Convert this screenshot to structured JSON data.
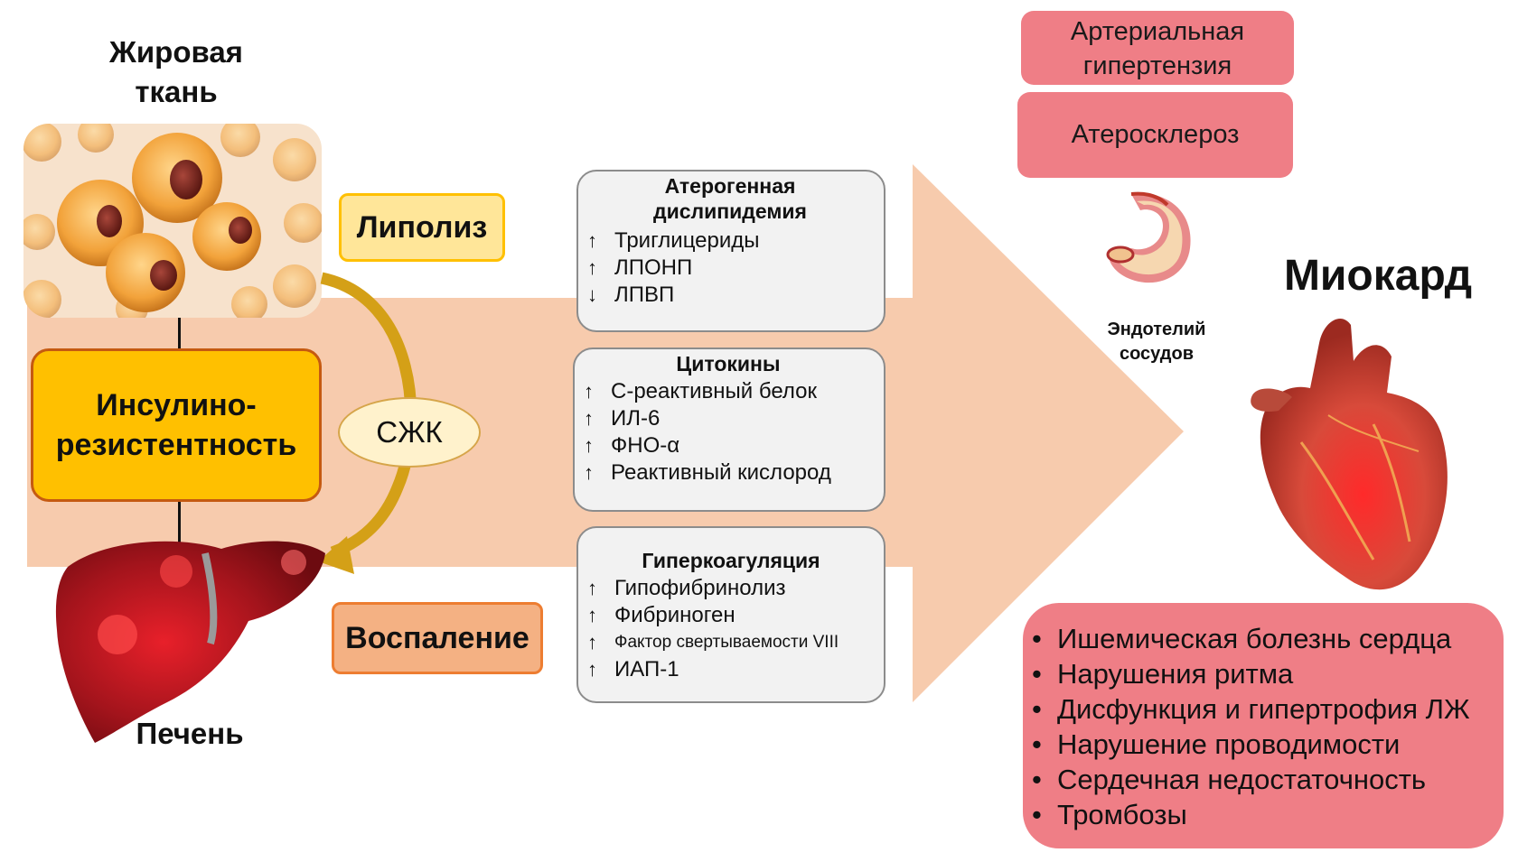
{
  "adipose_title": "Жировая ткань",
  "lipolysis": "Липолиз",
  "insulin_resistance": "Инсулино-резистентность",
  "ffa": "СЖК",
  "inflammation": "Воспаление",
  "liver_title": "Печень",
  "dyslipidemia": {
    "title": "Атерогенная дислипидемия",
    "items": [
      {
        "arrow": "↑",
        "text": "Триглицериды"
      },
      {
        "arrow": "↑",
        "text": "ЛПОНП"
      },
      {
        "arrow": "↓",
        "text": "ЛПВП"
      }
    ]
  },
  "cytokines": {
    "title": "Цитокины",
    "items": [
      {
        "arrow": "↑",
        "text": "С-реактивный белок"
      },
      {
        "arrow": "↑",
        "text": "ИЛ-6"
      },
      {
        "arrow": "↑",
        "text": "ФНО-α"
      },
      {
        "arrow": "↑",
        "text": "Реактивный кислород"
      }
    ]
  },
  "hypercoagulation": {
    "title": "Гиперкоагуляция",
    "items": [
      {
        "arrow": "↑",
        "text": "Гипофибринолиз"
      },
      {
        "arrow": "↑",
        "text": "Фибриноген"
      },
      {
        "arrow": "↑",
        "text": "Фактор свертываемости VIII"
      },
      {
        "arrow": "↑",
        "text": "ИАП-1"
      }
    ]
  },
  "arterial_hypertension": "Артериальная гипертензия",
  "atherosclerosis": "Атеросклероз",
  "endothelium": "Эндотелий сосудов",
  "myocardium": "Миокард",
  "outcomes": {
    "bullet": "•",
    "items": [
      "Ишемическая болезнь сердца",
      "Нарушения ритма",
      "Дисфункция и гипертрофия ЛЖ",
      "Нарушение проводимости",
      "Сердечная недостаточность",
      "Тромбозы"
    ]
  },
  "colors": {
    "band": "#f7cbad",
    "insulin_box": "#ffc000",
    "lipolysis_box": "#ffe699",
    "inflammation_box": "#f4b183",
    "pink": "#ef7e86",
    "ffa_ellipse": "#fff2cc"
  }
}
